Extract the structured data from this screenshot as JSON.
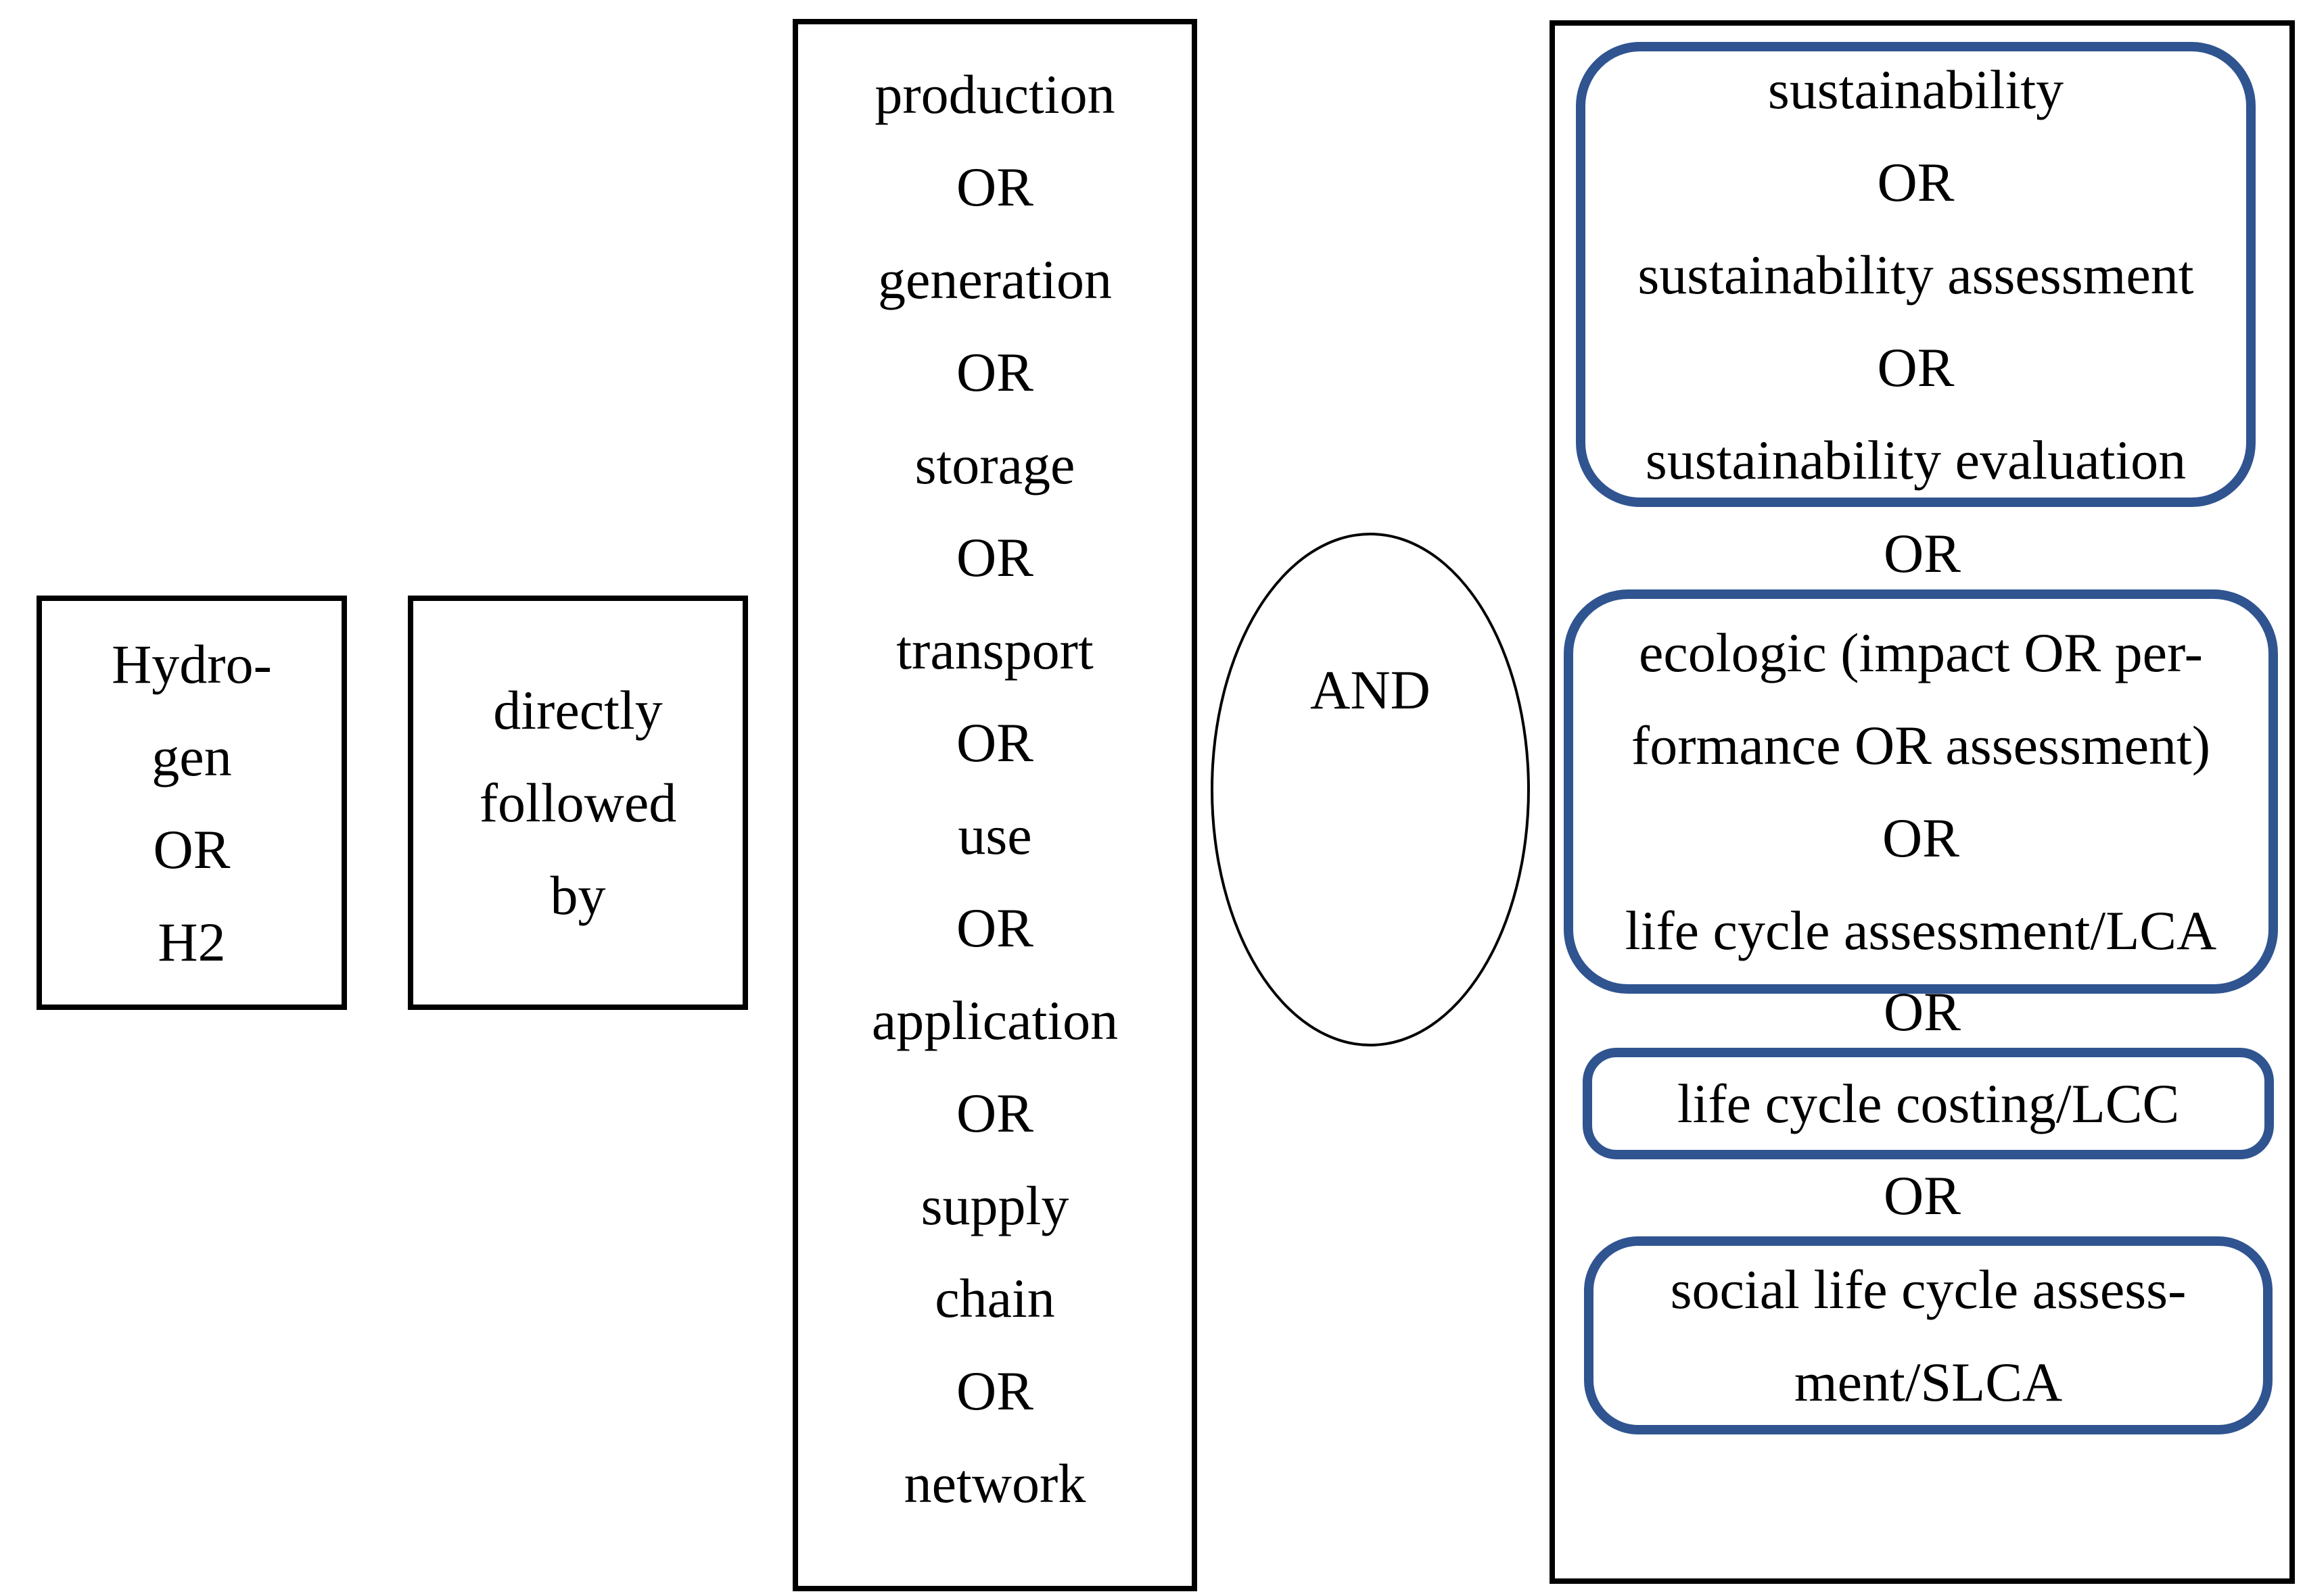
{
  "diagram": {
    "box_hydrogen": {
      "lines": [
        "Hydro-",
        "gen",
        "OR",
        "H2"
      ]
    },
    "box_adjacency": {
      "lines": [
        "directly",
        "followed",
        "by"
      ]
    },
    "box_stages": {
      "lines": [
        "production",
        "OR",
        "generation",
        "OR",
        "storage",
        "OR",
        "transport",
        "OR",
        "use",
        "OR",
        "application",
        "OR",
        "supply",
        "chain",
        "OR",
        "network"
      ]
    },
    "and_operator": {
      "label": "AND"
    },
    "box_assessment": {
      "group_sustainability": {
        "lines": [
          "sustainability",
          "OR",
          "sustainability assessment",
          "OR",
          "sustainability evaluation"
        ]
      },
      "or_separators": [
        "OR",
        "OR",
        "OR"
      ],
      "group_ecologic": {
        "lines": [
          "ecologic (impact OR per-",
          "formance OR assessment)",
          "OR",
          "life cycle assessment/LCA"
        ]
      },
      "group_lcc": {
        "lines": [
          "life cycle costing/LCC"
        ]
      },
      "group_slca": {
        "lines": [
          "social life cycle assess-",
          "ment/SLCA"
        ]
      }
    },
    "colors": {
      "accent_blue": "#2F5490",
      "box_border": "#000000",
      "background": "#FFFFFF"
    }
  }
}
